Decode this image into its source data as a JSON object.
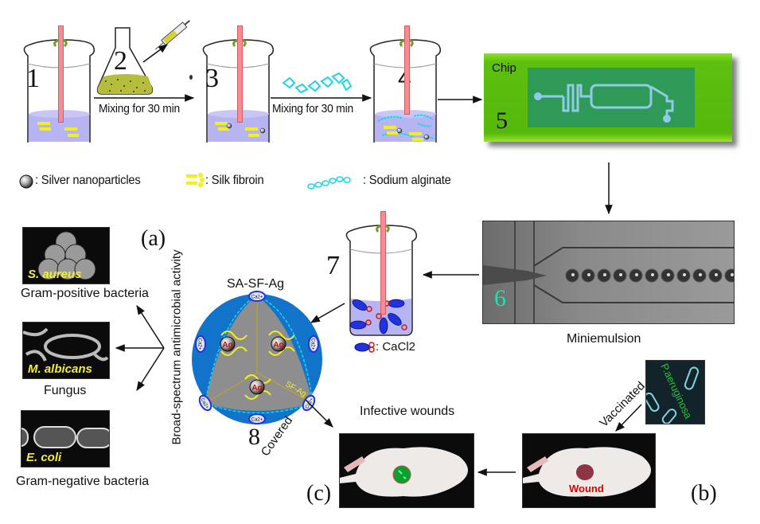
{
  "figure": {
    "top_row": {
      "steps": [
        {
          "number": "1"
        },
        {
          "number": "2"
        },
        {
          "number": "3"
        },
        {
          "number": "4"
        },
        {
          "number": "5",
          "title": "Chip"
        }
      ],
      "arrow_label_1": "Mixing for 30 min",
      "arrow_label_2": "Mixing for 30 min"
    },
    "legend": {
      "items": [
        {
          "icon": "silver-nanoparticle-icon",
          "label": ": Silver nanoparticles"
        },
        {
          "icon": "silk-fibroin-icon",
          "label": ": Silk fibroin"
        },
        {
          "icon": "sodium-alginate-icon",
          "label": ": Sodium alginate"
        }
      ],
      "cacl2": ": CaCl2"
    },
    "panel_a": {
      "letter": "(a)",
      "vertical_label": "Broad-spectrum antimicrobial activity",
      "microbes": [
        {
          "name": "S. aureus",
          "caption": "Gram-positive bacteria"
        },
        {
          "name": "M. albicans",
          "caption": "Fungus"
        },
        {
          "name": "E. coli",
          "caption": "Gram-negative bacteria"
        }
      ],
      "particle": {
        "title": "SA-SF-Ag",
        "number": "8",
        "core_label": "Ag",
        "segment_label": "SF-Ag",
        "ion_label": "Ca2+"
      }
    },
    "step6": {
      "number": "6",
      "caption": "Miniemulsion"
    },
    "step7": {
      "number": "7"
    },
    "panel_b": {
      "letter": "(b)",
      "pathogen": "P.aeruginosa",
      "arrow_label": "Vaccinated",
      "wound_label": "Wound"
    },
    "panel_c": {
      "letter": "(c)",
      "title": "Infective wounds",
      "arrow_label": "Covered"
    },
    "colors": {
      "liquid": "#b7b4f3",
      "silk_fibroin": "#f2ef1c",
      "alginate": "#19d6e8",
      "stir_rod": "#f28d94",
      "chip_green": "#5bbf10",
      "chip_inner": "#2f9a58",
      "channel": "#8ecbe4",
      "particle_blue": "#1173c9",
      "particle_gray": "#8e8e8e",
      "step6_number": "#19e3b0",
      "wound_red": "#e00000",
      "pathogen_green": "#22c33a"
    }
  }
}
